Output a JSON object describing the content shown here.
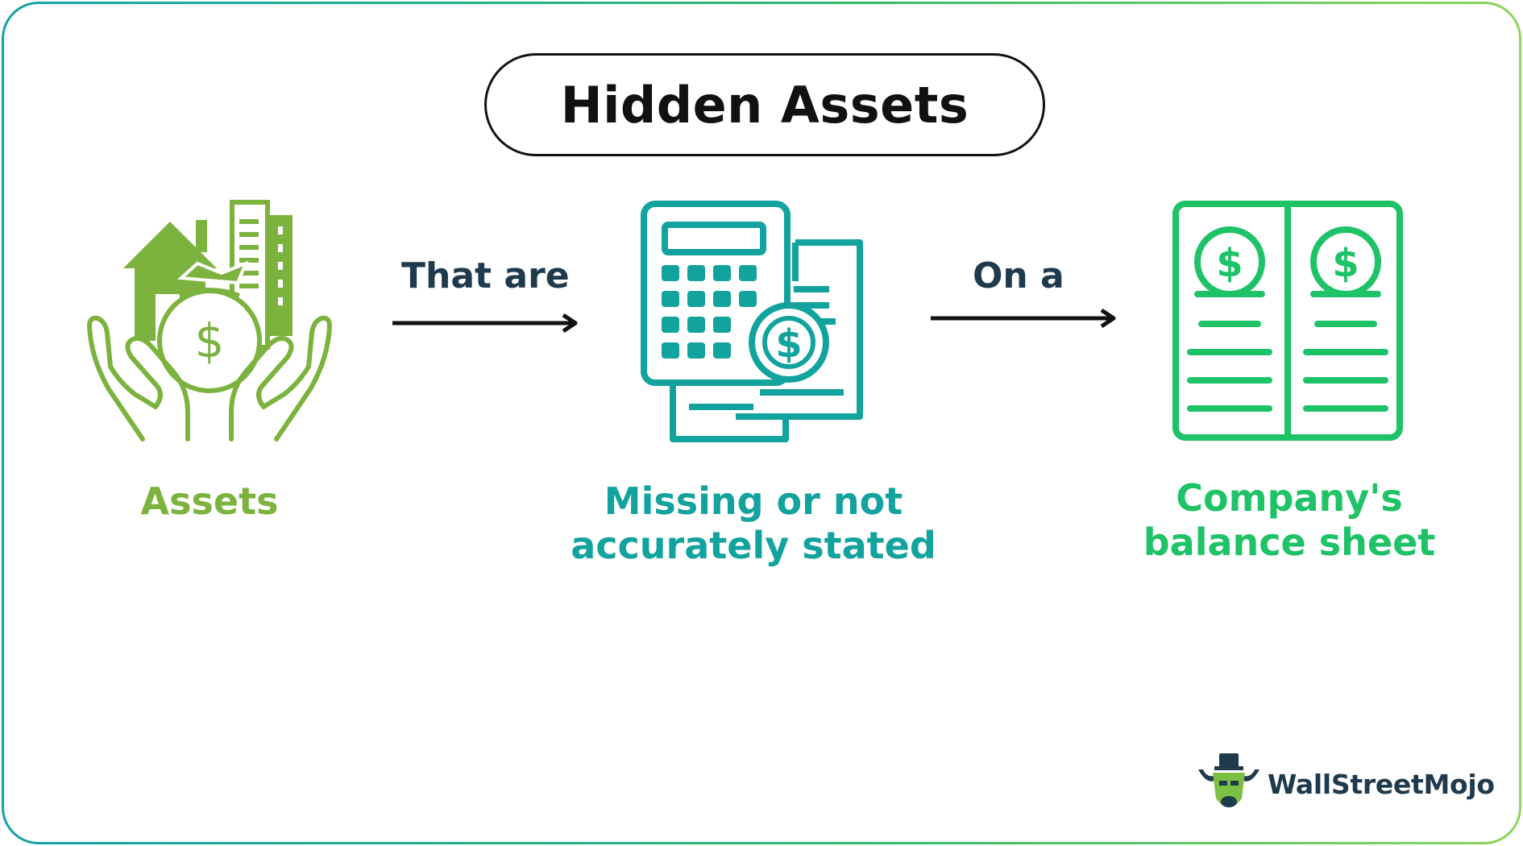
{
  "title": "Hidden Assets",
  "steps": [
    {
      "label": "Assets",
      "icon": "hands-holding-money-bag-house-icon",
      "color": "#7bb33e"
    },
    {
      "label_line1": "Missing or not",
      "label_line2": "accurately stated",
      "icon": "calculator-document-dollar-icon",
      "color": "#12a39e"
    },
    {
      "label_line1": "Company's",
      "label_line2": "balance sheet",
      "icon": "balance-sheet-book-icon",
      "color": "#1ec267"
    }
  ],
  "connectors": [
    {
      "label": "That are"
    },
    {
      "label": "On a"
    }
  ],
  "brand": {
    "name": "WallStreetMojo",
    "logo_icon": "bull-mascot-icon"
  }
}
